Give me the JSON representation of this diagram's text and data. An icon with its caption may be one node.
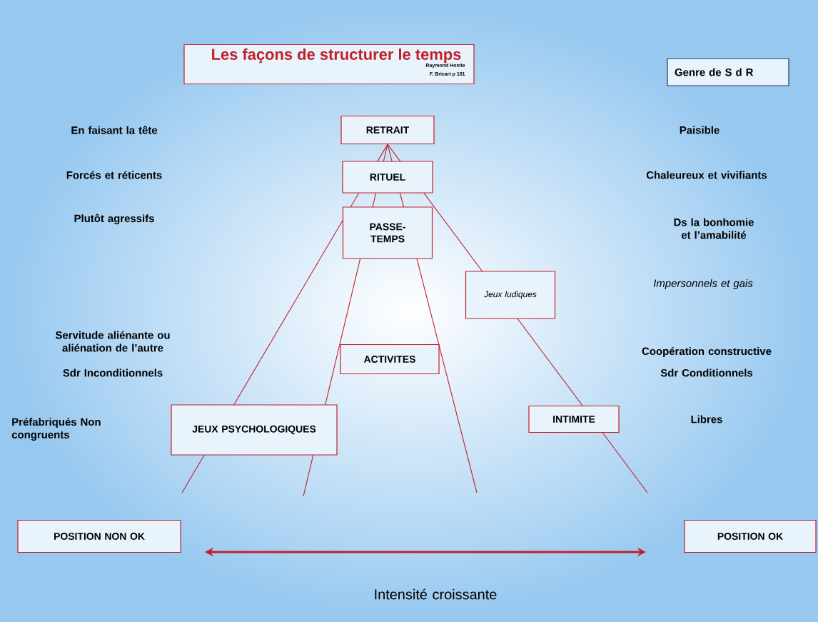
{
  "diagram": {
    "nodes": [
      {
        "text": [
          "Les façons de structurer le temps",
          "Raymond Hostie",
          "F. Bricart p 181"
        ]
      },
      {
        "text": [
          "Genre de S d R"
        ]
      },
      {
        "text": [
          "RETRAIT"
        ]
      },
      {
        "text": [
          "RITUEL"
        ]
      },
      {
        "text": [
          "PASSE-TEMPS"
        ]
      },
      {
        "text": [
          "Jeux ludiques"
        ]
      },
      {
        "text": [
          "ACTIVITES"
        ]
      },
      {
        "text": [
          "JEUX PSYCHOLOGIQUES"
        ]
      },
      {
        "text": [
          "INTIMITE"
        ]
      },
      {
        "text": [
          "POSITION NON OK"
        ]
      },
      {
        "text": [
          "POSITION  OK"
        ]
      }
    ],
    "edges": [
      {
        "from": 2,
        "to": null,
        "arrow": "none"
      },
      {
        "from": 2,
        "to": null,
        "arrow": "none"
      },
      {
        "from": 2,
        "to": null,
        "arrow": "none"
      },
      {
        "from": 2,
        "to": null,
        "arrow": "none"
      }
    ],
    "labels": [
      "En faisant la tête",
      "Paisible",
      "Forcés et réticents",
      "Chaleureux et vivifiants",
      "Plutôt agressifs",
      "Ds la bonhomie et l’amabilité",
      "Impersonnels et gais",
      "Servitude aliénante ou aliénation de l’autre",
      "Coopération constructive",
      "Sdr Inconditionnels",
      "Sdr Conditionnels",
      "Préfabriqués Non congruents",
      "Libres",
      "Intensité croissante"
    ]
  }
}
